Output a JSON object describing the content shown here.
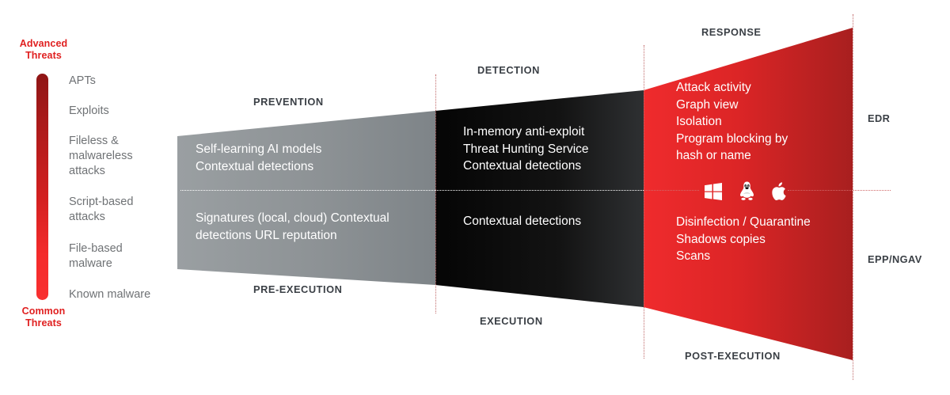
{
  "scale": {
    "top_label": "Advanced\nThreats",
    "bottom_label": "Common\nThreats",
    "accent_top": "#8f1616",
    "accent_bottom": "#f93030",
    "label_color": "#e02020",
    "items": [
      "APTs",
      "Exploits",
      "Fileless &\nmalwareless\nattacks",
      "Script-based\nattacks",
      "File-based\nmalware",
      "Known malware"
    ]
  },
  "stages": {
    "prevention": "PREVENTION",
    "detection": "DETECTION",
    "response": "RESPONSE",
    "pre_execution": "PRE-EXECUTION",
    "execution": "EXECUTION",
    "post_execution": "POST-EXECUTION"
  },
  "categories": {
    "edr": "EDR",
    "epp_ngav": "EPP/NGAV"
  },
  "content": {
    "prevention_top": "Self-learning AI models\nContextual detections",
    "prevention_bottom": "Signatures (local, cloud) Contextual\ndetections URL reputation",
    "detection_top": "In-memory anti-exploit\nThreat Hunting Service\nContextual detections",
    "detection_bottom": "Contextual detections",
    "response_top": "Attack activity\nGraph view\nIsolation\nProgram blocking by\nhash or name",
    "response_bottom": "Disinfection / Quarantine\nShadows copies\nScans"
  },
  "os_icons": [
    "windows-icon",
    "linux-tux-icon",
    "apple-icon"
  ],
  "colors": {
    "gray_segment": "#8e9396",
    "black_segment": "#0a0a0a",
    "red_segment": "#e8292b",
    "caption_text": "#3a3f45",
    "threat_text": "#6f7275"
  }
}
